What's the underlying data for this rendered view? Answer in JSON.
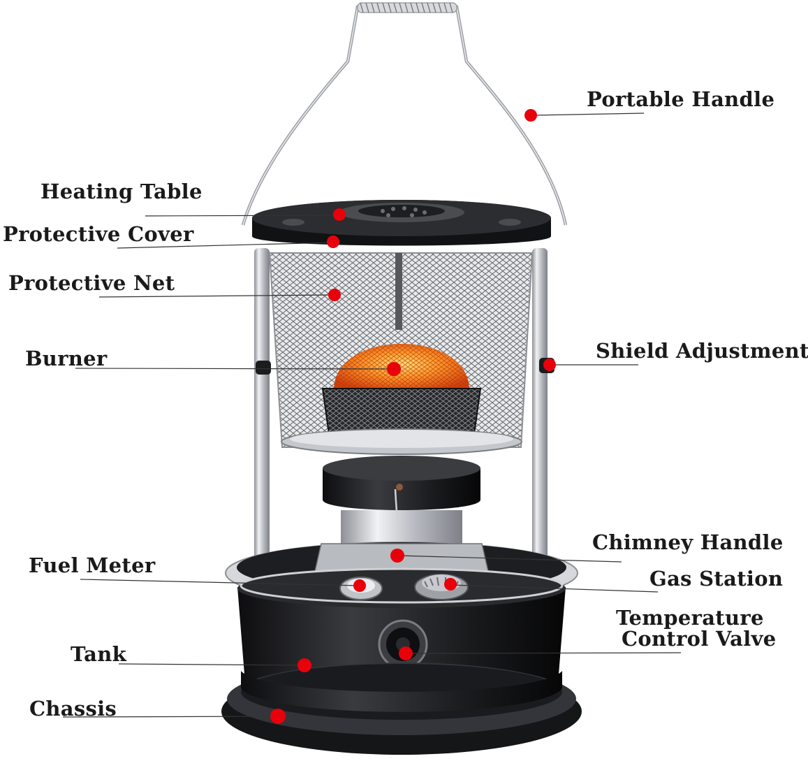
{
  "callouts": [
    {
      "id": "portable-handle",
      "text": "Portable Handle"
    },
    {
      "id": "heating-table",
      "text": "Heating Table"
    },
    {
      "id": "protective-cover",
      "text": "Protective Cover"
    },
    {
      "id": "protective-net",
      "text": "Protective Net"
    },
    {
      "id": "burner",
      "text": "Burner"
    },
    {
      "id": "shield-adjustment",
      "text": "Shield Adjustment"
    },
    {
      "id": "chimney-handle",
      "text": "Chimney Handle"
    },
    {
      "id": "fuel-meter",
      "text": "Fuel Meter"
    },
    {
      "id": "gas-station",
      "text": "Gas Station"
    },
    {
      "id": "temperature-control-valve",
      "text": "Temperature Control Valve",
      "line1": "Temperature",
      "line2": "Control Valve"
    },
    {
      "id": "tank",
      "text": "Tank"
    },
    {
      "id": "chassis",
      "text": "Chassis"
    }
  ],
  "colors": {
    "marker": "#e8000b",
    "leader_line": "#333333",
    "body_dark": "#1c1c1e",
    "steel": "#c9ccd1",
    "flame": "#ff7a1a"
  }
}
